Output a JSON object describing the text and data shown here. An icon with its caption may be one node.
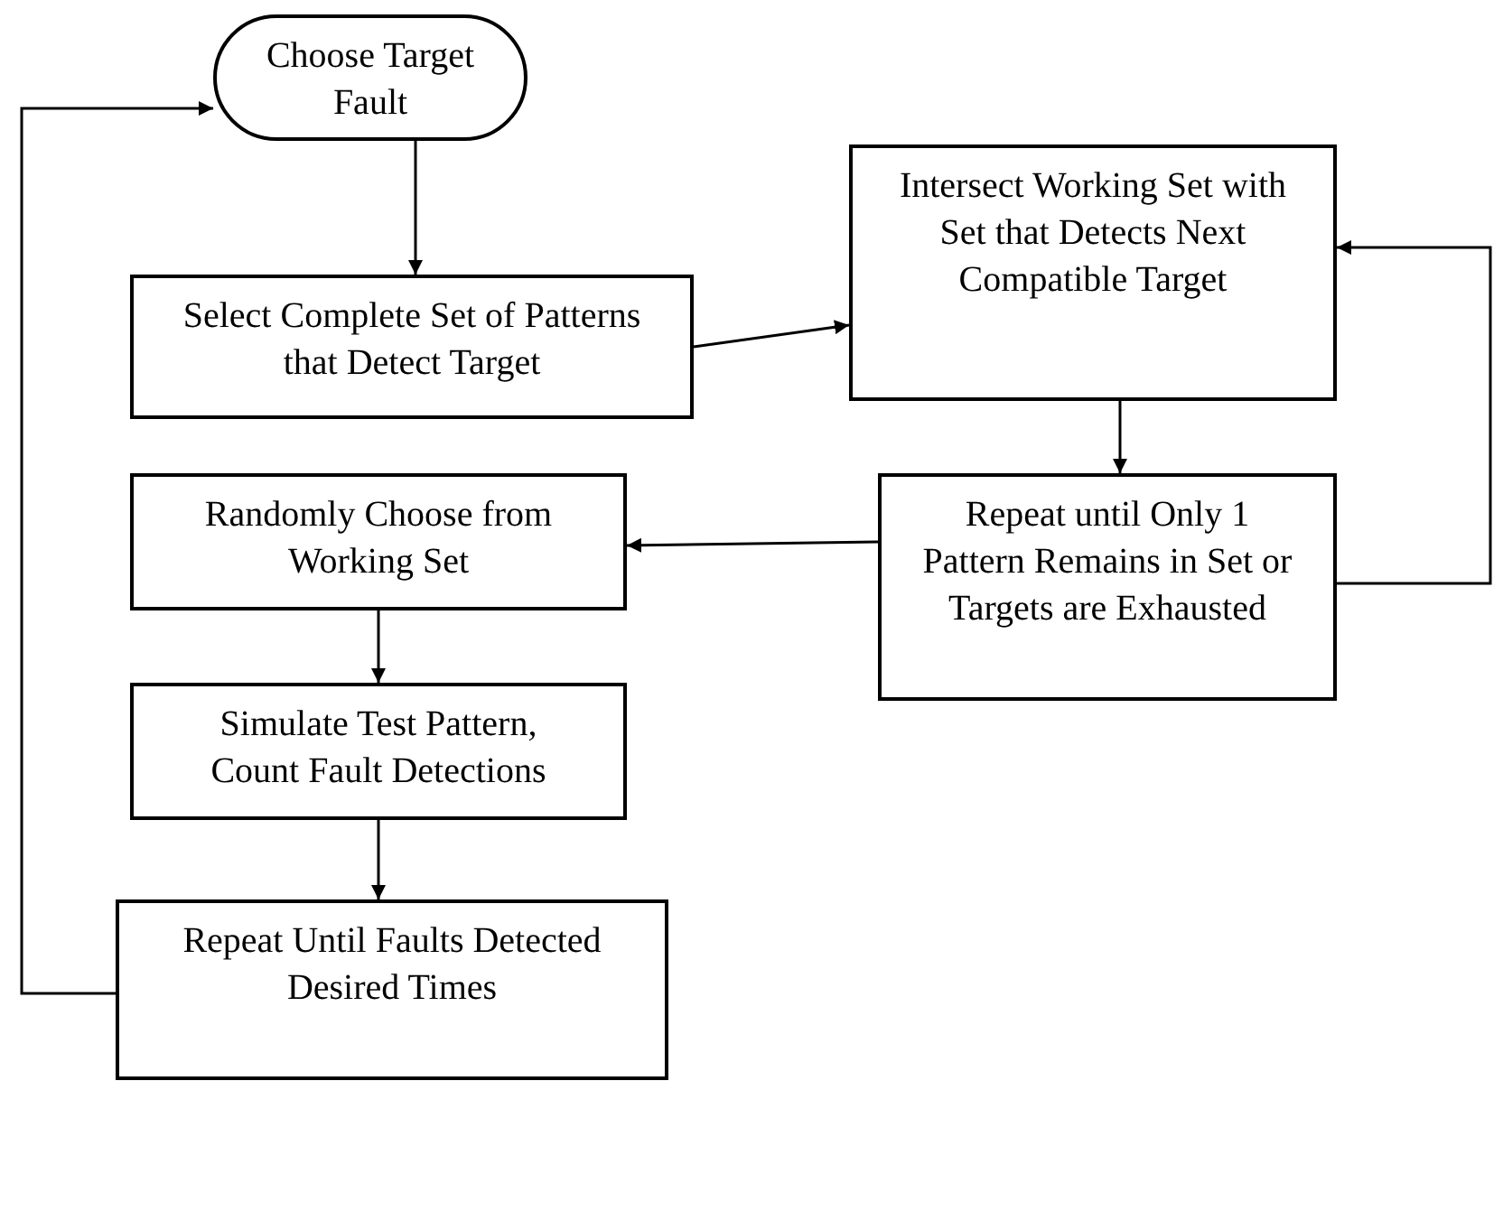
{
  "diagram": {
    "nodes": [
      {
        "text": [
          "Choose Target Fault"
        ]
      },
      {
        "text": [
          "Select Complete Set of Patterns that Detect Target"
        ]
      },
      {
        "text": [
          "Intersect Working Set with Set that Detects Next Compatible Target"
        ]
      },
      {
        "text": [
          "Repeat until Only 1 Pattern Remains in Set or Targets are Exhausted"
        ]
      },
      {
        "text": [
          "Randomly Choose from Working Set"
        ]
      },
      {
        "text": [
          "Simulate Test Pattern, Count Fault Detections"
        ]
      },
      {
        "text": [
          "Repeat Until Faults Detected Desired Times"
        ]
      }
    ],
    "edges": [
      {
        "from": 0,
        "to": 1,
        "arrow": "to"
      },
      {
        "from": 1,
        "to": 2,
        "arrow": "to"
      },
      {
        "from": 2,
        "to": 3,
        "arrow": "to"
      },
      {
        "from": 3,
        "to": 2,
        "arrow": "to"
      },
      {
        "from": 3,
        "to": 4,
        "arrow": "to"
      },
      {
        "from": 4,
        "to": 5,
        "arrow": "to"
      },
      {
        "from": 5,
        "to": 6,
        "arrow": "to"
      },
      {
        "from": 6,
        "to": 0,
        "arrow": "to"
      }
    ]
  }
}
